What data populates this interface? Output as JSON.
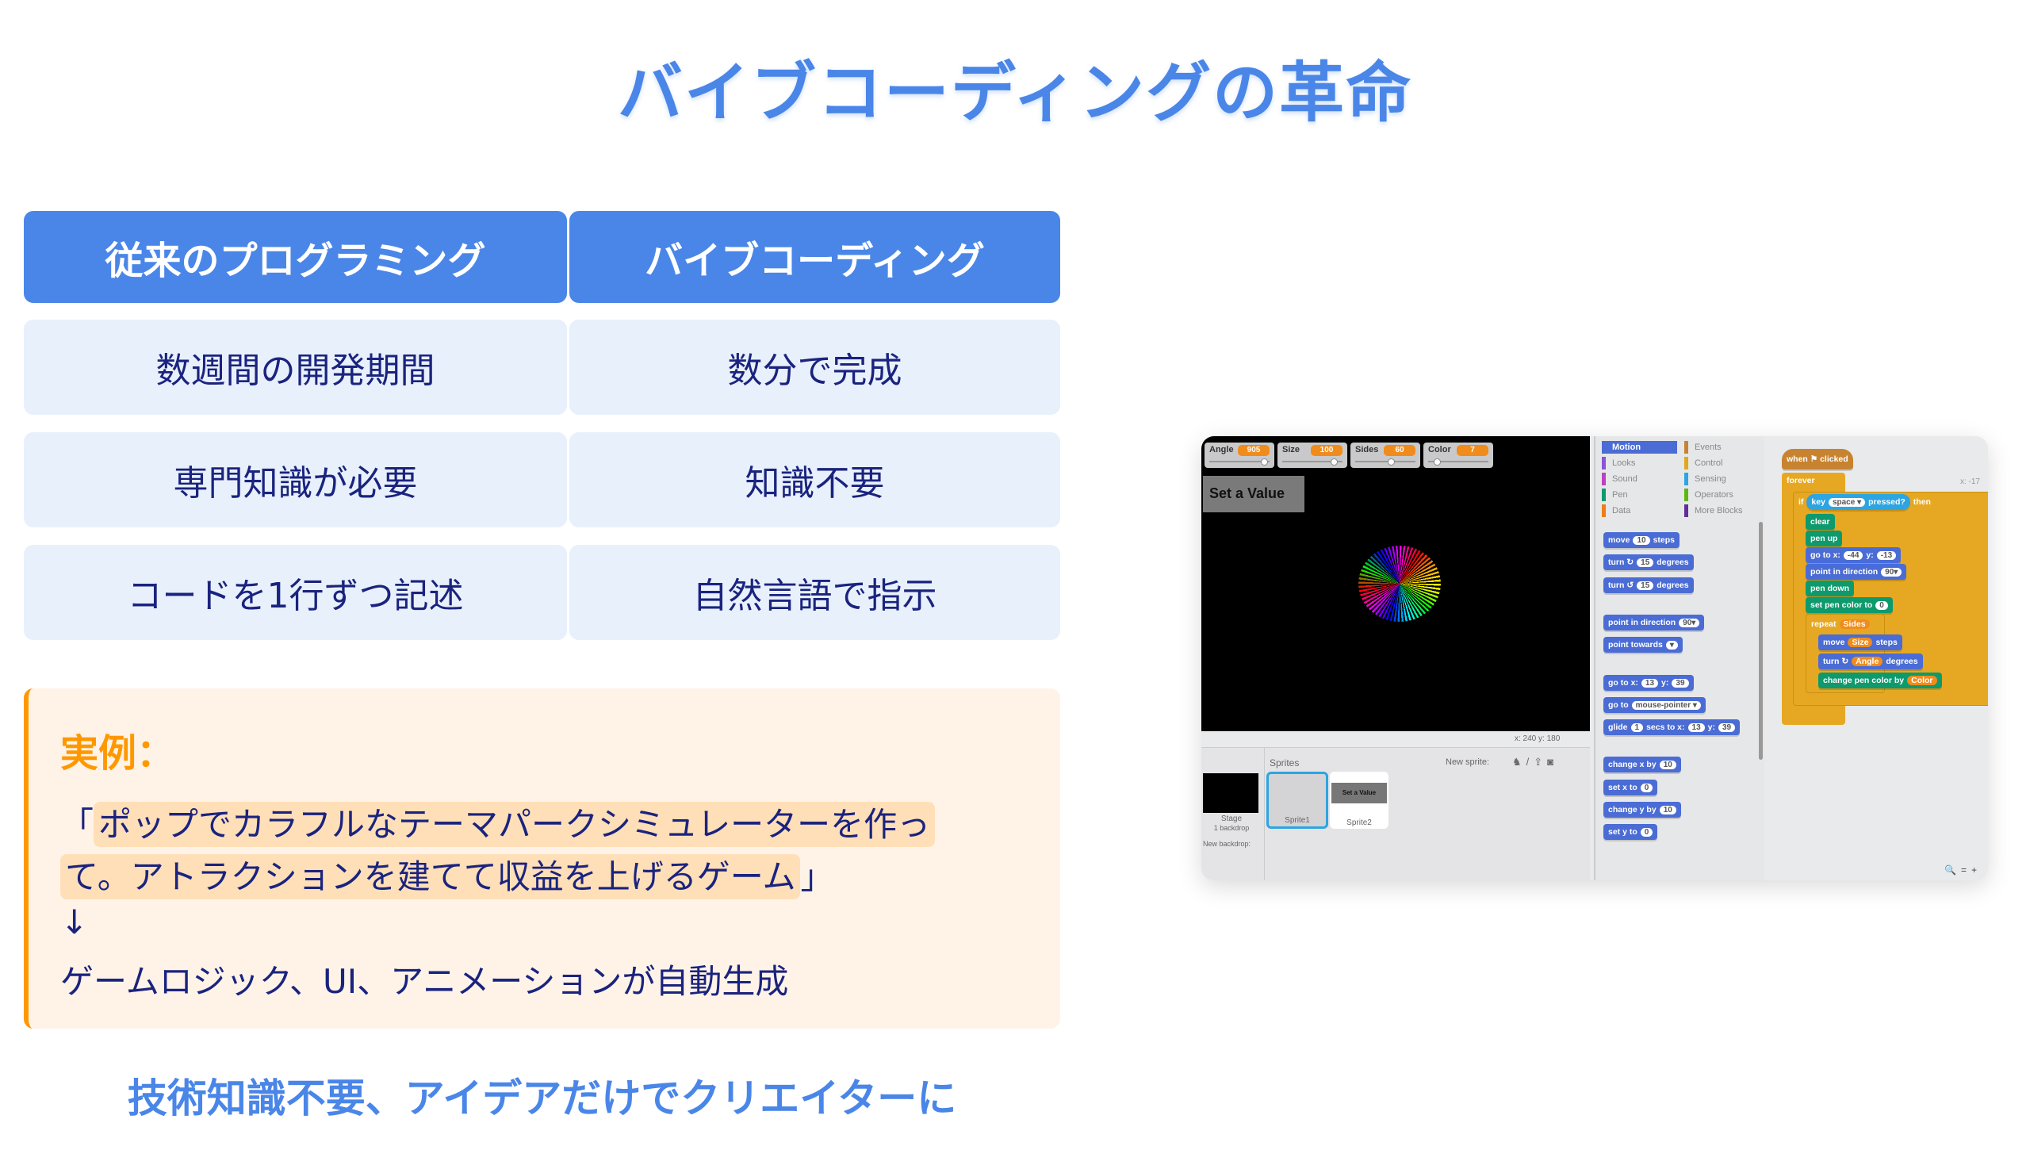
{
  "title": "バイブコーディングの革命",
  "table": {
    "headers": [
      "従来のプログラミング",
      "バイブコーディング"
    ],
    "rows": [
      [
        "数週間の開発期間",
        "数分で完成"
      ],
      [
        "専門知識が必要",
        "知識不要"
      ],
      [
        "コードを1行ずつ記述",
        "自然言語で指示"
      ]
    ]
  },
  "example": {
    "heading": "実例：",
    "open_quote": "「",
    "line1": "ポップでカラフルなテーマパークシミュレーターを作っ",
    "line2": "て。アトラクションを建てて収益を上げるゲーム",
    "close_quote": "」",
    "arrow": "↓",
    "result": "ゲームロジック、UI、アニメーションが自動生成"
  },
  "tagline": "技術知識不要、アイデアだけでクリエイターに",
  "scratch": {
    "monitors": [
      {
        "label": "Angle",
        "value": "905",
        "slider": 0.95
      },
      {
        "label": "Size",
        "value": "100",
        "slider": 0.9
      },
      {
        "label": "Sides",
        "value": "60",
        "slider": 0.6
      },
      {
        "label": "Color",
        "value": "7",
        "slider": 0.1
      }
    ],
    "set_value": "Set a Value",
    "xy": "x: 240   y: 180",
    "sprites_label": "Sprites",
    "new_sprite": "New sprite:",
    "stage_label": "Stage",
    "stage_sub": "1 backdrop",
    "new_backdrop": "New backdrop:",
    "sprite_names": [
      "Sprite1",
      "Sprite2"
    ],
    "sprite2_thumb": "Set a Value",
    "categories": [
      [
        "Motion",
        "#4a6cd4"
      ],
      [
        "Looks",
        "#8a55d7"
      ],
      [
        "Sound",
        "#bb42c3"
      ],
      [
        "Pen",
        "#0e9a6c"
      ],
      [
        "Data",
        "#ee7d16"
      ],
      [
        "Events",
        "#c88330"
      ],
      [
        "Control",
        "#e1a91a"
      ],
      [
        "Sensing",
        "#2ca5e2"
      ],
      [
        "Operators",
        "#5cb712"
      ],
      [
        "More Blocks",
        "#632d99"
      ]
    ],
    "palette_blocks": [
      [
        [
          "move"
        ],
        [
          "10",
          1
        ],
        [
          "steps"
        ]
      ],
      [
        [
          "turn ↻"
        ],
        [
          "15",
          1
        ],
        [
          "degrees"
        ]
      ],
      [
        [
          "turn ↺"
        ],
        [
          "15",
          1
        ],
        [
          "degrees"
        ]
      ],
      [
        [
          "point in direction"
        ],
        [
          "90▾",
          1
        ]
      ],
      [
        [
          "point towards"
        ],
        [
          "▾",
          1
        ]
      ],
      [
        [
          "go to x:"
        ],
        [
          "13",
          1
        ],
        [
          "y:"
        ],
        [
          "39",
          1
        ]
      ],
      [
        [
          "go to"
        ],
        [
          "mouse-pointer ▾",
          1
        ]
      ],
      [
        [
          "glide"
        ],
        [
          "1",
          1
        ],
        [
          "secs to x:"
        ],
        [
          "13",
          1
        ],
        [
          "y:"
        ],
        [
          "39",
          1
        ]
      ],
      [
        [
          "change x by"
        ],
        [
          "10",
          1
        ]
      ],
      [
        [
          "set x to"
        ],
        [
          "0",
          1
        ]
      ],
      [
        [
          "change y by"
        ],
        [
          "10",
          1
        ]
      ],
      [
        [
          "set y to"
        ],
        [
          "0",
          1
        ]
      ]
    ],
    "script": {
      "hat": "when ⚑ clicked",
      "forever": "forever",
      "if": "if",
      "cond": [
        [
          "key"
        ],
        [
          "space ▾",
          1
        ],
        [
          "pressed?"
        ]
      ],
      "then": "then",
      "blocks": [
        {
          "c": "#0e9a6c",
          "p": [
            [
              "clear"
            ]
          ]
        },
        {
          "c": "#0e9a6c",
          "p": [
            [
              "pen up"
            ]
          ]
        },
        {
          "c": "#4a6cd4",
          "p": [
            [
              "go to x:"
            ],
            [
              "-44",
              1
            ],
            [
              "y:"
            ],
            [
              "-13",
              1
            ]
          ]
        },
        {
          "c": "#4a6cd4",
          "p": [
            [
              "point in direction"
            ],
            [
              "90▾",
              1
            ]
          ]
        },
        {
          "c": "#0e9a6c",
          "p": [
            [
              "pen down"
            ]
          ]
        },
        {
          "c": "#0e9a6c",
          "p": [
            [
              "set pen color to"
            ],
            [
              "0",
              1
            ]
          ]
        }
      ],
      "repeat": [
        [
          "repeat"
        ],
        [
          "Sides",
          2
        ]
      ],
      "inner": [
        {
          "c": "#4a6cd4",
          "p": [
            [
              "move"
            ],
            [
              "Size",
              2
            ],
            [
              "steps"
            ]
          ]
        },
        {
          "c": "#4a6cd4",
          "p": [
            [
              "turn ↻"
            ],
            [
              "Angle",
              2
            ],
            [
              "degrees"
            ]
          ]
        },
        {
          "c": "#0e9a6c",
          "p": [
            [
              "change pen color by"
            ],
            [
              "Color",
              2
            ]
          ]
        }
      ],
      "coords": "x: -17",
      "zoom_controls": [
        "🔍",
        "=",
        "+"
      ]
    }
  }
}
